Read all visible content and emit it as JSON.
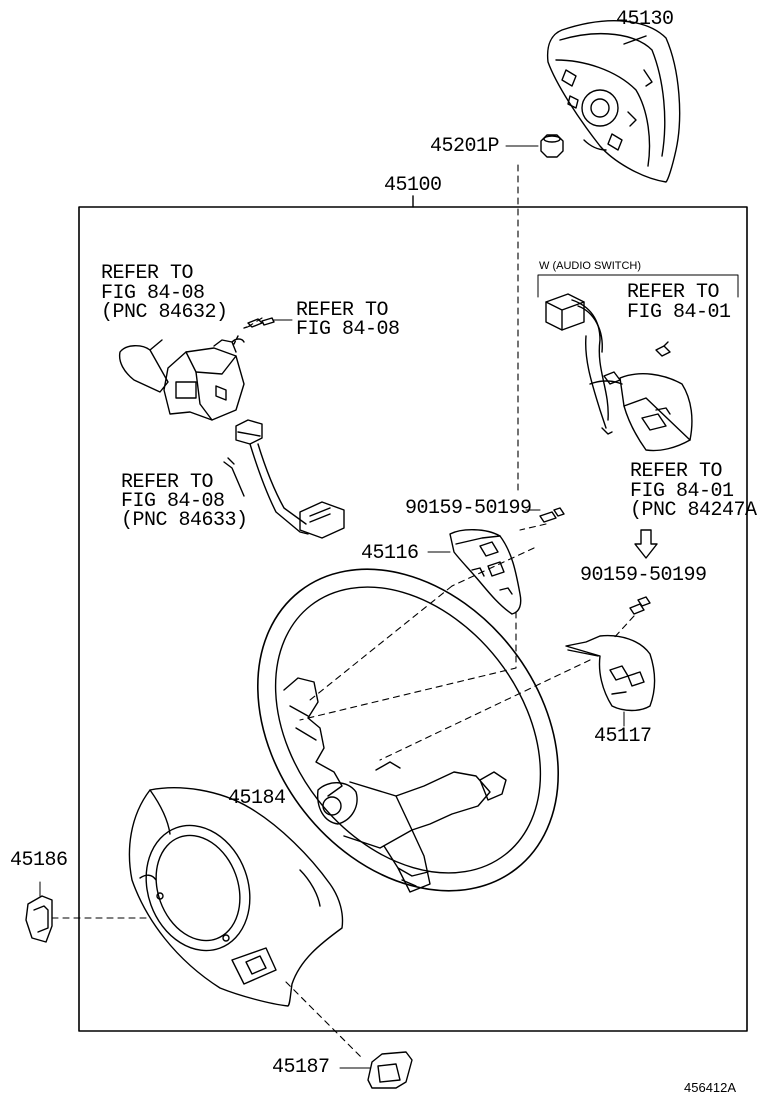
{
  "diagram_id": "456412A",
  "parts": {
    "airbag": "45130",
    "airbag_nut": "45201P",
    "wheel_assy": "45100",
    "cover_left": "45116",
    "cover_right": "45117",
    "lower_cover": "45184",
    "side_cover": "45186",
    "switch_cover": "45187",
    "screw_left": "90159-50199",
    "screw_right": "90159-50199"
  },
  "refs": {
    "combo_switch": [
      "REFER TO",
      "FIG 84-08",
      "(PNC 84632)"
    ],
    "combo_screw": [
      "REFER TO",
      "FIG 84-08"
    ],
    "spiral_cable": [
      "REFER TO",
      "FIG 84-08",
      "(PNC 84633)"
    ],
    "audio_screw": [
      "REFER TO",
      "FIG 84-01"
    ],
    "audio_switch": [
      "REFER TO",
      "FIG 84-01",
      "(PNC 84247A)"
    ]
  },
  "audio_switch_note": "W (AUDIO SWITCH)"
}
